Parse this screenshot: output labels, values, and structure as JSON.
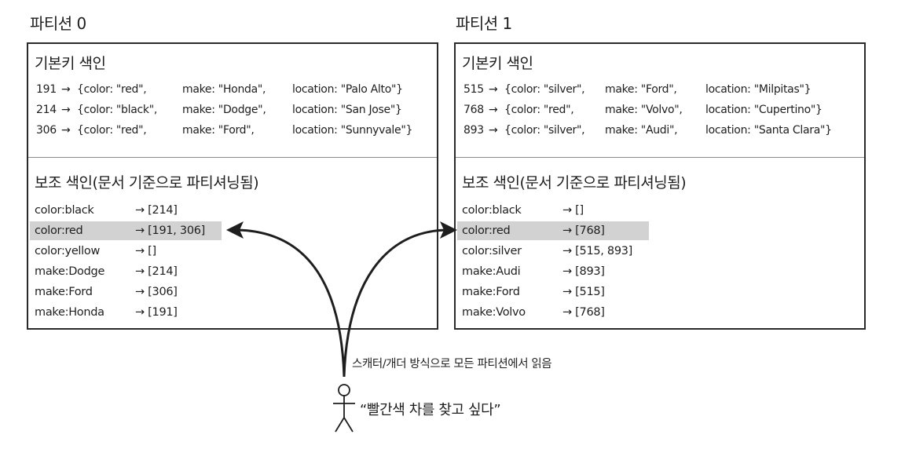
{
  "partitions": [
    {
      "title": "파티션 0",
      "primary_title": "기본키 색인",
      "records": [
        {
          "id": "191",
          "arrow": "→",
          "color": "{color: \"red\",",
          "make": "make: \"Honda\",",
          "location": "location: \"Palo Alto\"}"
        },
        {
          "id": "214",
          "arrow": "→",
          "color": "{color: \"black\",",
          "make": "make: \"Dodge\",",
          "location": "location: \"San Jose\"}"
        },
        {
          "id": "306",
          "arrow": "→",
          "color": "{color: \"red\",",
          "make": "make: \"Ford\",",
          "location": "location: \"Sunnyvale\"}"
        }
      ],
      "secondary_title": "보조 색인(문서 기준으로 파티셔닝됨)",
      "index": [
        {
          "key": "color:black",
          "value": "→ [214]",
          "highlight": false
        },
        {
          "key": "color:red",
          "value": "→ [191, 306]",
          "highlight": true
        },
        {
          "key": "color:yellow",
          "value": "→ []",
          "highlight": false
        },
        {
          "key": "make:Dodge",
          "value": "→ [214]",
          "highlight": false
        },
        {
          "key": "make:Ford",
          "value": "→ [306]",
          "highlight": false
        },
        {
          "key": "make:Honda",
          "value": "→ [191]",
          "highlight": false
        }
      ]
    },
    {
      "title": "파티션 1",
      "primary_title": "기본키 색인",
      "records": [
        {
          "id": "515",
          "arrow": "→",
          "color": "{color: \"silver\",",
          "make": "make: \"Ford\",",
          "location": "location: \"Milpitas\"}"
        },
        {
          "id": "768",
          "arrow": "→",
          "color": "{color: \"red\",",
          "make": "make: \"Volvo\",",
          "location": "location: \"Cupertino\"}"
        },
        {
          "id": "893",
          "arrow": "→",
          "color": "{color: \"silver\",",
          "make": "make: \"Audi\",",
          "location": "location: \"Santa Clara\"}"
        }
      ],
      "secondary_title": "보조 색인(문서 기준으로 파티셔닝됨)",
      "index": [
        {
          "key": "color:black",
          "value": "→ []",
          "highlight": false
        },
        {
          "key": "color:red",
          "value": "→ [768]",
          "highlight": true
        },
        {
          "key": "color:silver",
          "value": "→ [515, 893]",
          "highlight": false
        },
        {
          "key": "make:Audi",
          "value": "→ [893]",
          "highlight": false
        },
        {
          "key": "make:Ford",
          "value": "→ [515]",
          "highlight": false
        },
        {
          "key": "make:Volvo",
          "value": "→ [768]",
          "highlight": false
        }
      ]
    }
  ],
  "annotation": "스캐터/개더 방식으로 모든 파티션에서 읽음",
  "user_quote": "“빨간색 차를 찾고 싶다”",
  "colors": {
    "border": "#2a2a2a",
    "highlight": "#d2d2d2",
    "text": "#1e1e1e"
  }
}
